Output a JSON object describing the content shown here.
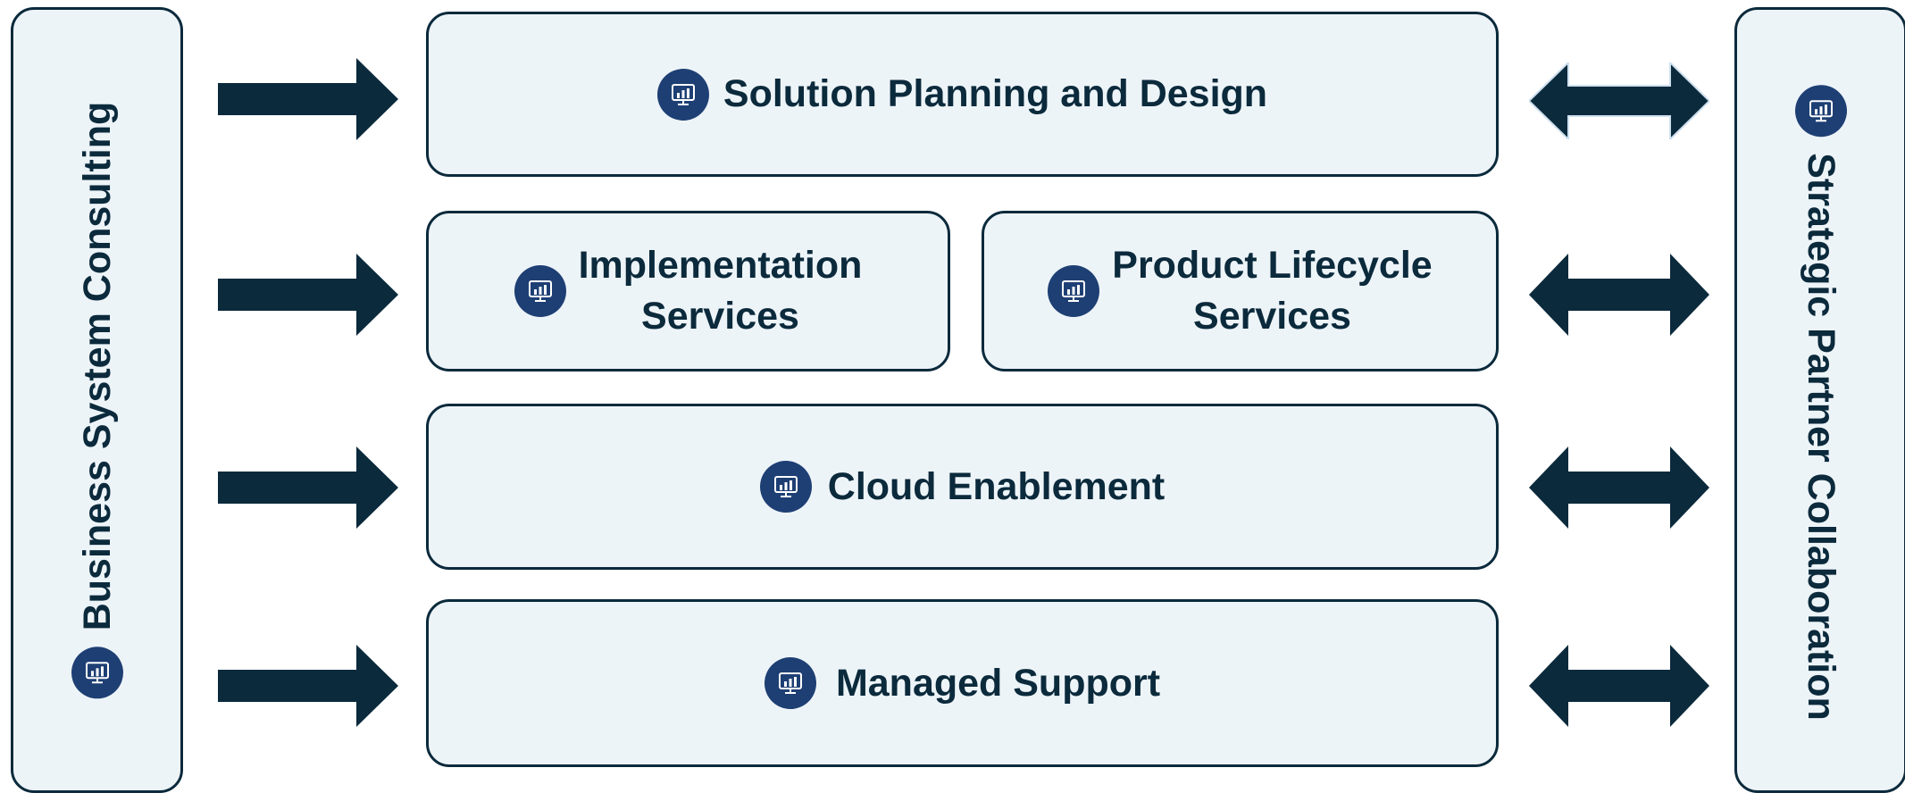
{
  "left_pillar": {
    "label": "Business System Consulting",
    "icon": "monitor-chart-icon"
  },
  "right_pillar": {
    "label": "Strategic Partner Collaboration",
    "icon": "monitor-chart-icon"
  },
  "services": {
    "solution_planning": {
      "label": "Solution Planning and Design",
      "icon": "monitor-chart-icon"
    },
    "implementation": {
      "line1": "Implementation",
      "line2": "Services",
      "icon": "monitor-chart-icon"
    },
    "product_lifecycle": {
      "line1": "Product Lifecycle",
      "line2": "Services",
      "icon": "monitor-chart-icon"
    },
    "cloud": {
      "label": "Cloud Enablement",
      "icon": "monitor-chart-icon"
    },
    "managed_support": {
      "label": "Managed Support",
      "icon": "monitor-chart-icon"
    }
  },
  "colors": {
    "box_fill": "#edf4f8",
    "border": "#0b2a3c",
    "text": "#0b2a3c",
    "icon_bg": "#1e3f74",
    "arrow": "#0b2a3c"
  }
}
